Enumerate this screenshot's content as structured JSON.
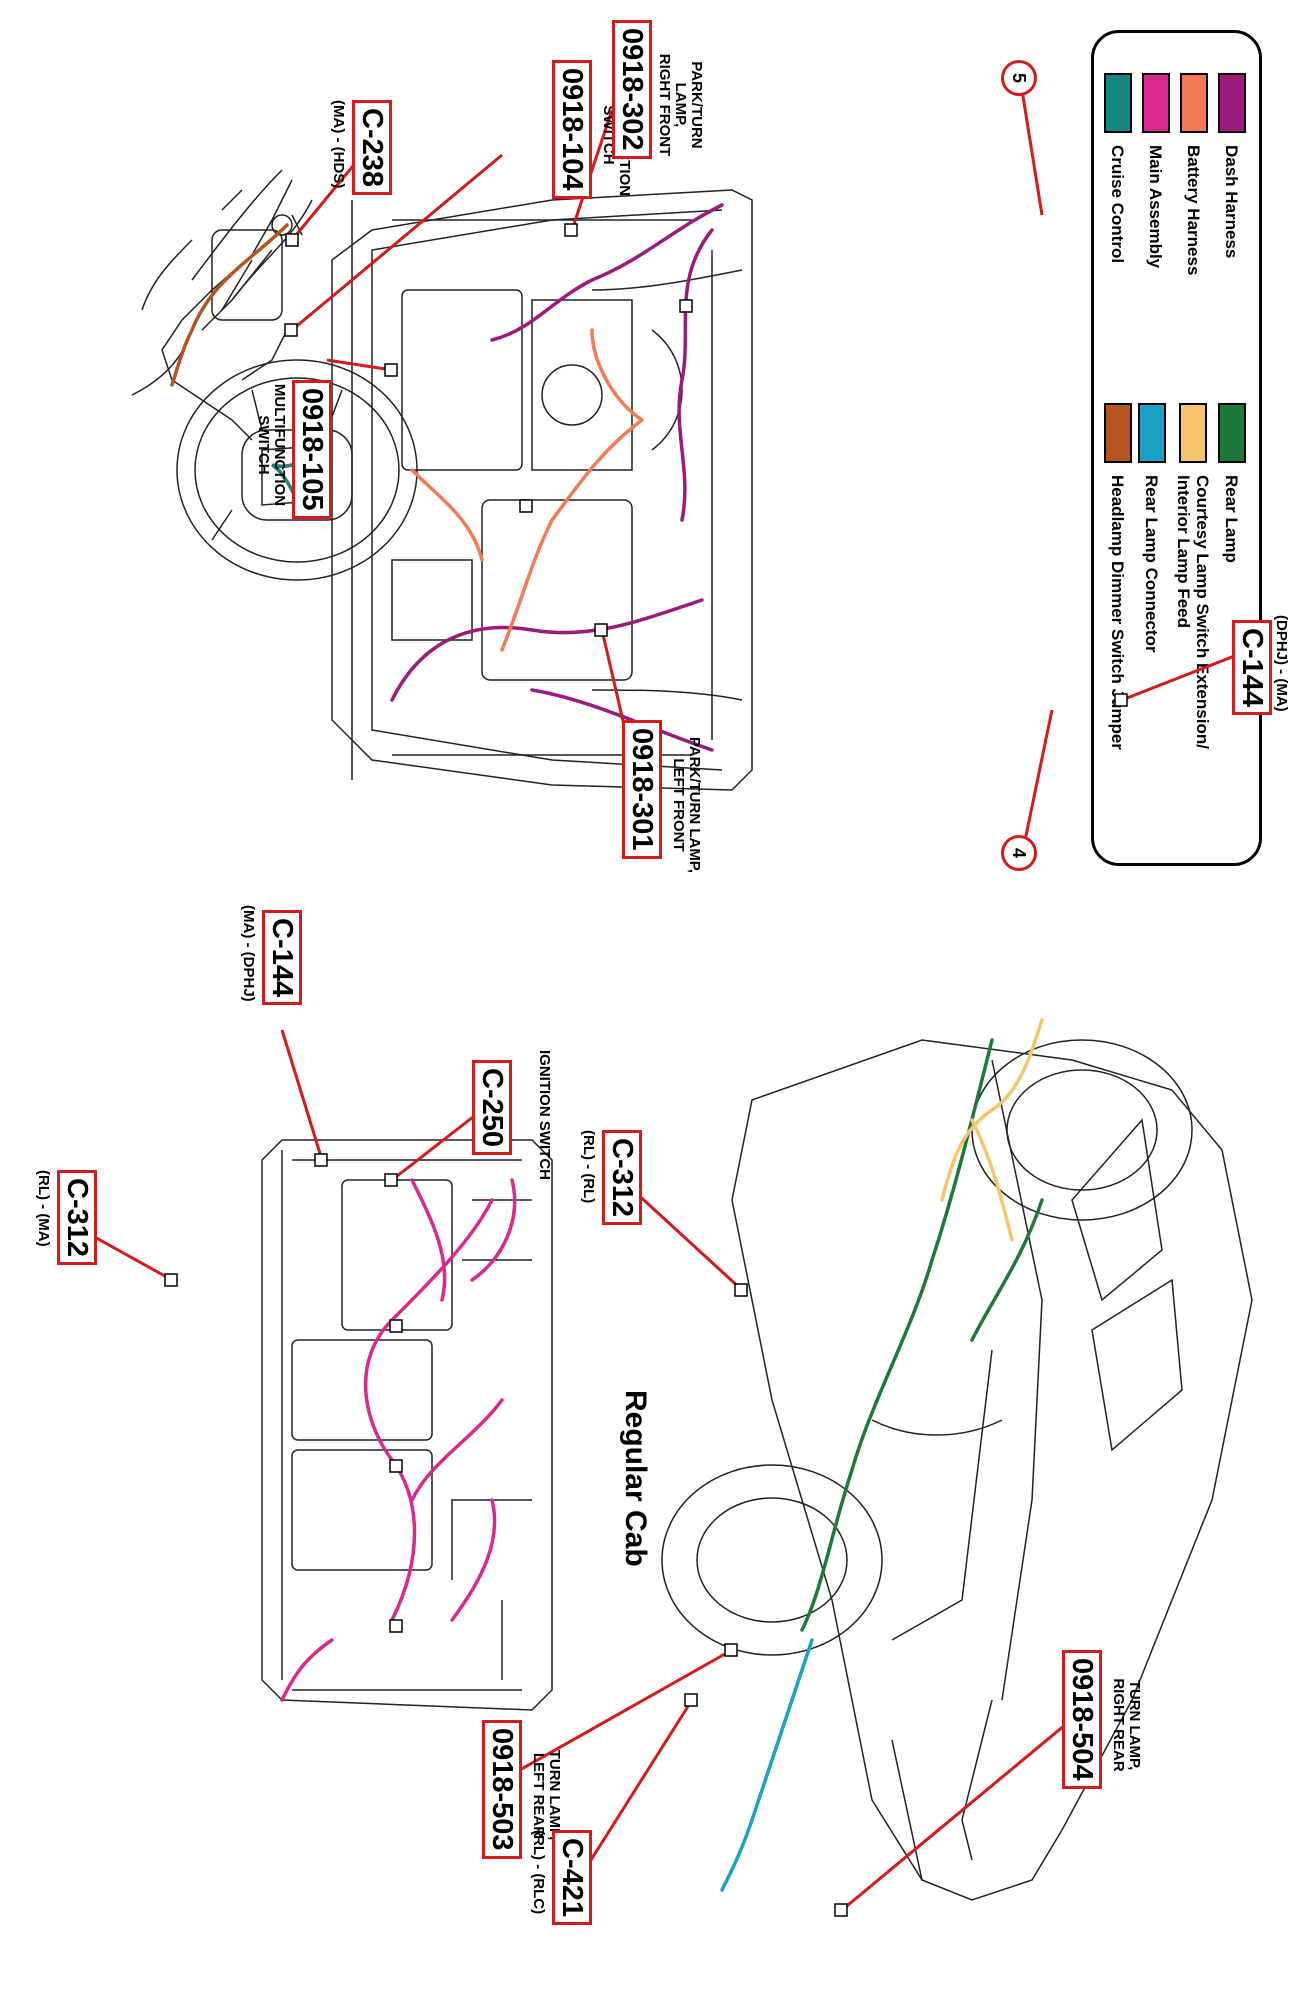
{
  "colors": {
    "dash": "#9b1b7c",
    "battery": "#f47a52",
    "main": "#d9288e",
    "cruise": "#15857f",
    "rear_lamp": "#1b7a3a",
    "courtesy": "#f6c46e",
    "rear_lamp_conn": "#1aa1c8",
    "dimmer": "#b4541e",
    "callout": "#d41a1a"
  },
  "legend": {
    "left": [
      {
        "label": "Dash Harness",
        "color": "#9b1b7c",
        "icon": "swatch-dash"
      },
      {
        "label": "Battery Harness",
        "color": "#f47a52",
        "icon": "swatch-battery"
      },
      {
        "label": "Main Assembly",
        "color": "#d9288e",
        "icon": "swatch-main"
      },
      {
        "label": "Cruise Control",
        "color": "#15857f",
        "icon": "swatch-cruise"
      }
    ],
    "right": [
      {
        "label": "Rear Lamp",
        "color": "#1b7a3a",
        "icon": "swatch-rear-lamp"
      },
      {
        "label": "Courtesy Lamp Switch Extension/",
        "label2": "Interior Lamp Feed",
        "color": "#f6c46e",
        "icon": "swatch-courtesy"
      },
      {
        "label": "Rear Lamp Connector",
        "color": "#1aa1c8",
        "icon": "swatch-rear-conn"
      },
      {
        "label": "Headlamp Dimmer Switch Jumper",
        "color": "#b4541e",
        "icon": "swatch-dimmer"
      }
    ]
  },
  "steering": {
    "c238": {
      "code": "C-238",
      "sub": "(MA) - (HDS)"
    },
    "c104": {
      "code": "0918-104",
      "note1": "MULTIFUNCTION",
      "note2": "SWITCH"
    },
    "c105": {
      "code": "0918-105",
      "note1": "MULTIFUNCTION",
      "note2": "SWITCH"
    }
  },
  "engine": {
    "c302": {
      "code": "0918-302",
      "note1": "PARK/TURN",
      "note2": "LAMP,",
      "note3": "RIGHT FRONT"
    },
    "c301": {
      "code": "0918-301",
      "note1": "PARK/TURN LAMP,",
      "note2": "LEFT FRONT"
    },
    "c144": {
      "code": "C-144",
      "sub": "(DPHJ) - (MA)"
    },
    "marker5": "5",
    "marker4": "4"
  },
  "dash": {
    "c144": {
      "code": "C-144",
      "sub": "(MA) - (DPHJ)"
    },
    "c250": {
      "code": "C-250",
      "note": "IGNITION SWITCH"
    },
    "c312": {
      "code": "C-312",
      "sub": "(RL) - (MA)"
    }
  },
  "truck": {
    "title": "Regular Cab",
    "c312": {
      "code": "C-312",
      "sub": "(RL) - (RL)"
    },
    "c504": {
      "code": "0918-504",
      "note1": "TURN LAMP,",
      "note2": "RIGHT REAR"
    },
    "c503": {
      "code": "0918-503",
      "note1": "TURN LAMP,",
      "note2": "LEFT REAR"
    },
    "c421": {
      "code": "C-421",
      "sub": "(RL) - (RLC)"
    }
  }
}
